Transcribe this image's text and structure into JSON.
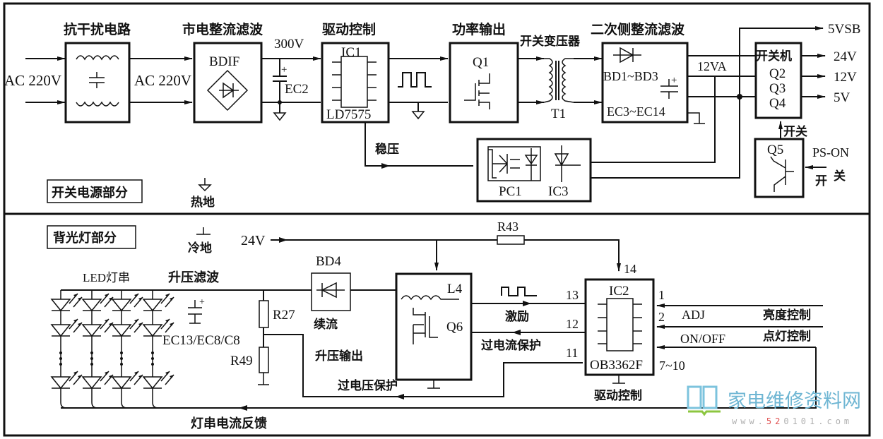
{
  "power_section": {
    "section_label": "开关电源部分",
    "ac_input_label": "AC  220V",
    "ac_mid_label": "AC  220V",
    "emi_block": {
      "title": "抗干扰电路"
    },
    "rectifier_block": {
      "title": "市电整流滤波",
      "part": "BDIF",
      "cap": "EC2",
      "voltage": "300V"
    },
    "driver_block": {
      "title": "驱动控制",
      "ic": "IC1",
      "part": "LD7575"
    },
    "power_block": {
      "title": "功率输出",
      "part": "Q1"
    },
    "transformer": {
      "title": "开关变压器",
      "part": "T1"
    },
    "secondary_block": {
      "title": "二次侧整流滤波",
      "diodes": "BD1~BD3",
      "caps": "EC3~EC14"
    },
    "rail_label": "12VA",
    "switch_block": {
      "title": "开关机",
      "parts": [
        "Q2",
        "Q3",
        "Q4"
      ],
      "control_label": "开关"
    },
    "outputs": [
      "5VSB",
      "24V",
      "12V",
      "5V"
    ],
    "feedback": {
      "label": "稳压",
      "optocoupler": "PC1",
      "regulator": "IC3"
    },
    "standby": {
      "part": "Q5",
      "signal": "PS-ON",
      "switch_label_1": "开",
      "switch_label_2": "关"
    },
    "hot_ground_label": "热地"
  },
  "backlight_section": {
    "section_label": "背光灯部分",
    "cold_ground_label": "冷地",
    "supply_label": "24V",
    "r43": "R43",
    "led_label": "LED灯串",
    "boost_filter_label": "升压滤波",
    "boost_caps": "EC13/EC8/C8",
    "r27": "R27",
    "r49": "R49",
    "bd4": "BD4",
    "freewheel_label": "续流",
    "boost_output_label": "升压输出",
    "ovp_label": "过电压保护",
    "boost_block": {
      "inductor": "L4",
      "mosfet": "Q6"
    },
    "drive_label": "激励",
    "ocp_label": "过电流保护",
    "ic2": {
      "name": "IC2",
      "part": "OB3362F",
      "caption": "驱动控制",
      "pins": {
        "p14": "14",
        "p13": "13",
        "p12": "12",
        "p11": "11",
        "p1": "1",
        "p2": "2",
        "p7_10": "7~10"
      }
    },
    "adj_label": "ADJ",
    "brightness_label": "亮度控制",
    "onoff_label": "ON/OFF",
    "lighting_label": "点灯控制",
    "feedback_label": "灯串电流反馈"
  },
  "watermark": {
    "site_name": "家电维修资料网",
    "url_prefix": "www.",
    "url_highlight": "52",
    "url_rest": "0101.com",
    "colors": {
      "logo_blue": "#7cc3dd",
      "logo_green": "#8cc63f",
      "text_blue": "#6fb6d3",
      "url_red": "#e05050",
      "url_gray": "#b0b0b0"
    }
  }
}
